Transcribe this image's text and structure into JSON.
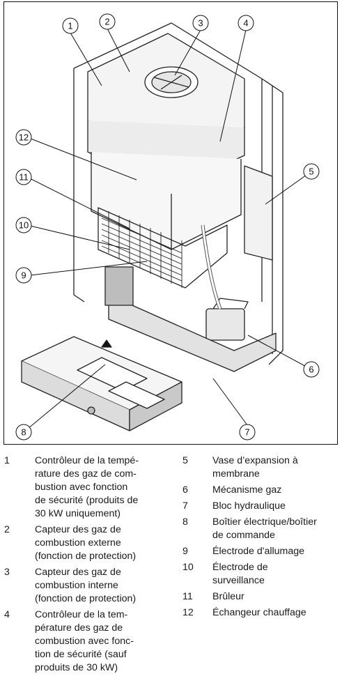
{
  "callouts": [
    {
      "id": "1",
      "text": "Contrôleur de la température des gaz de combustion avec fonction de sécurité (produits de 30 kW uniquement)"
    },
    {
      "id": "2",
      "text": "Capteur des gaz de combustion externe (fonction de protection)"
    },
    {
      "id": "3",
      "text": "Capteur des gaz de combustion interne (fonction de protection)"
    },
    {
      "id": "4",
      "text": "Contrôleur de la température des gaz de combustion avec fonction de sécurité (sauf produits de 30 kW)"
    },
    {
      "id": "5",
      "text": "Vase d’expansion à membrane"
    },
    {
      "id": "6",
      "text": "Mécanisme gaz"
    },
    {
      "id": "7",
      "text": "Bloc hydraulique"
    },
    {
      "id": "8",
      "text": "Boîtier électrique/boîtier de commande"
    },
    {
      "id": "9",
      "text": "Électrode d'allumage"
    },
    {
      "id": "10",
      "text": "Électrode de surveillance"
    },
    {
      "id": "11",
      "text": "Brûleur"
    },
    {
      "id": "12",
      "text": "Échangeur chauffage"
    }
  ],
  "legend_left": [
    {
      "num": "1",
      "lines": [
        "Contrôleur de la tempé-",
        "rature des gaz de com-",
        "bustion avec fonction",
        "de sécurité (produits de",
        "30 kW uniquement)"
      ]
    },
    {
      "num": "2",
      "lines": [
        "Capteur des gaz de",
        "combustion externe",
        "(fonction de protection)"
      ]
    },
    {
      "num": "3",
      "lines": [
        "Capteur des gaz de",
        "combustion interne",
        "(fonction de protection)"
      ]
    },
    {
      "num": "4",
      "lines": [
        "Contrôleur de la tem-",
        "pérature des gaz de",
        "combustion avec fonc-",
        "tion de sécurité (sauf",
        "produits de 30 kW)"
      ]
    }
  ],
  "legend_right": [
    {
      "num": "5",
      "lines": [
        "Vase d’expansion à",
        "membrane"
      ]
    },
    {
      "num": "6",
      "lines": [
        "Mécanisme gaz"
      ]
    },
    {
      "num": "7",
      "lines": [
        "Bloc hydraulique"
      ]
    },
    {
      "num": "8",
      "lines": [
        "Boîtier électrique/boîtier",
        "de commande"
      ]
    },
    {
      "num": "9",
      "lines": [
        "Électrode d'allumage"
      ]
    },
    {
      "num": "10",
      "lines": [
        "Électrode de",
        "surveillance"
      ]
    },
    {
      "num": "11",
      "lines": [
        "Brûleur"
      ]
    },
    {
      "num": "12",
      "lines": [
        "Échangeur chauffage"
      ]
    }
  ]
}
